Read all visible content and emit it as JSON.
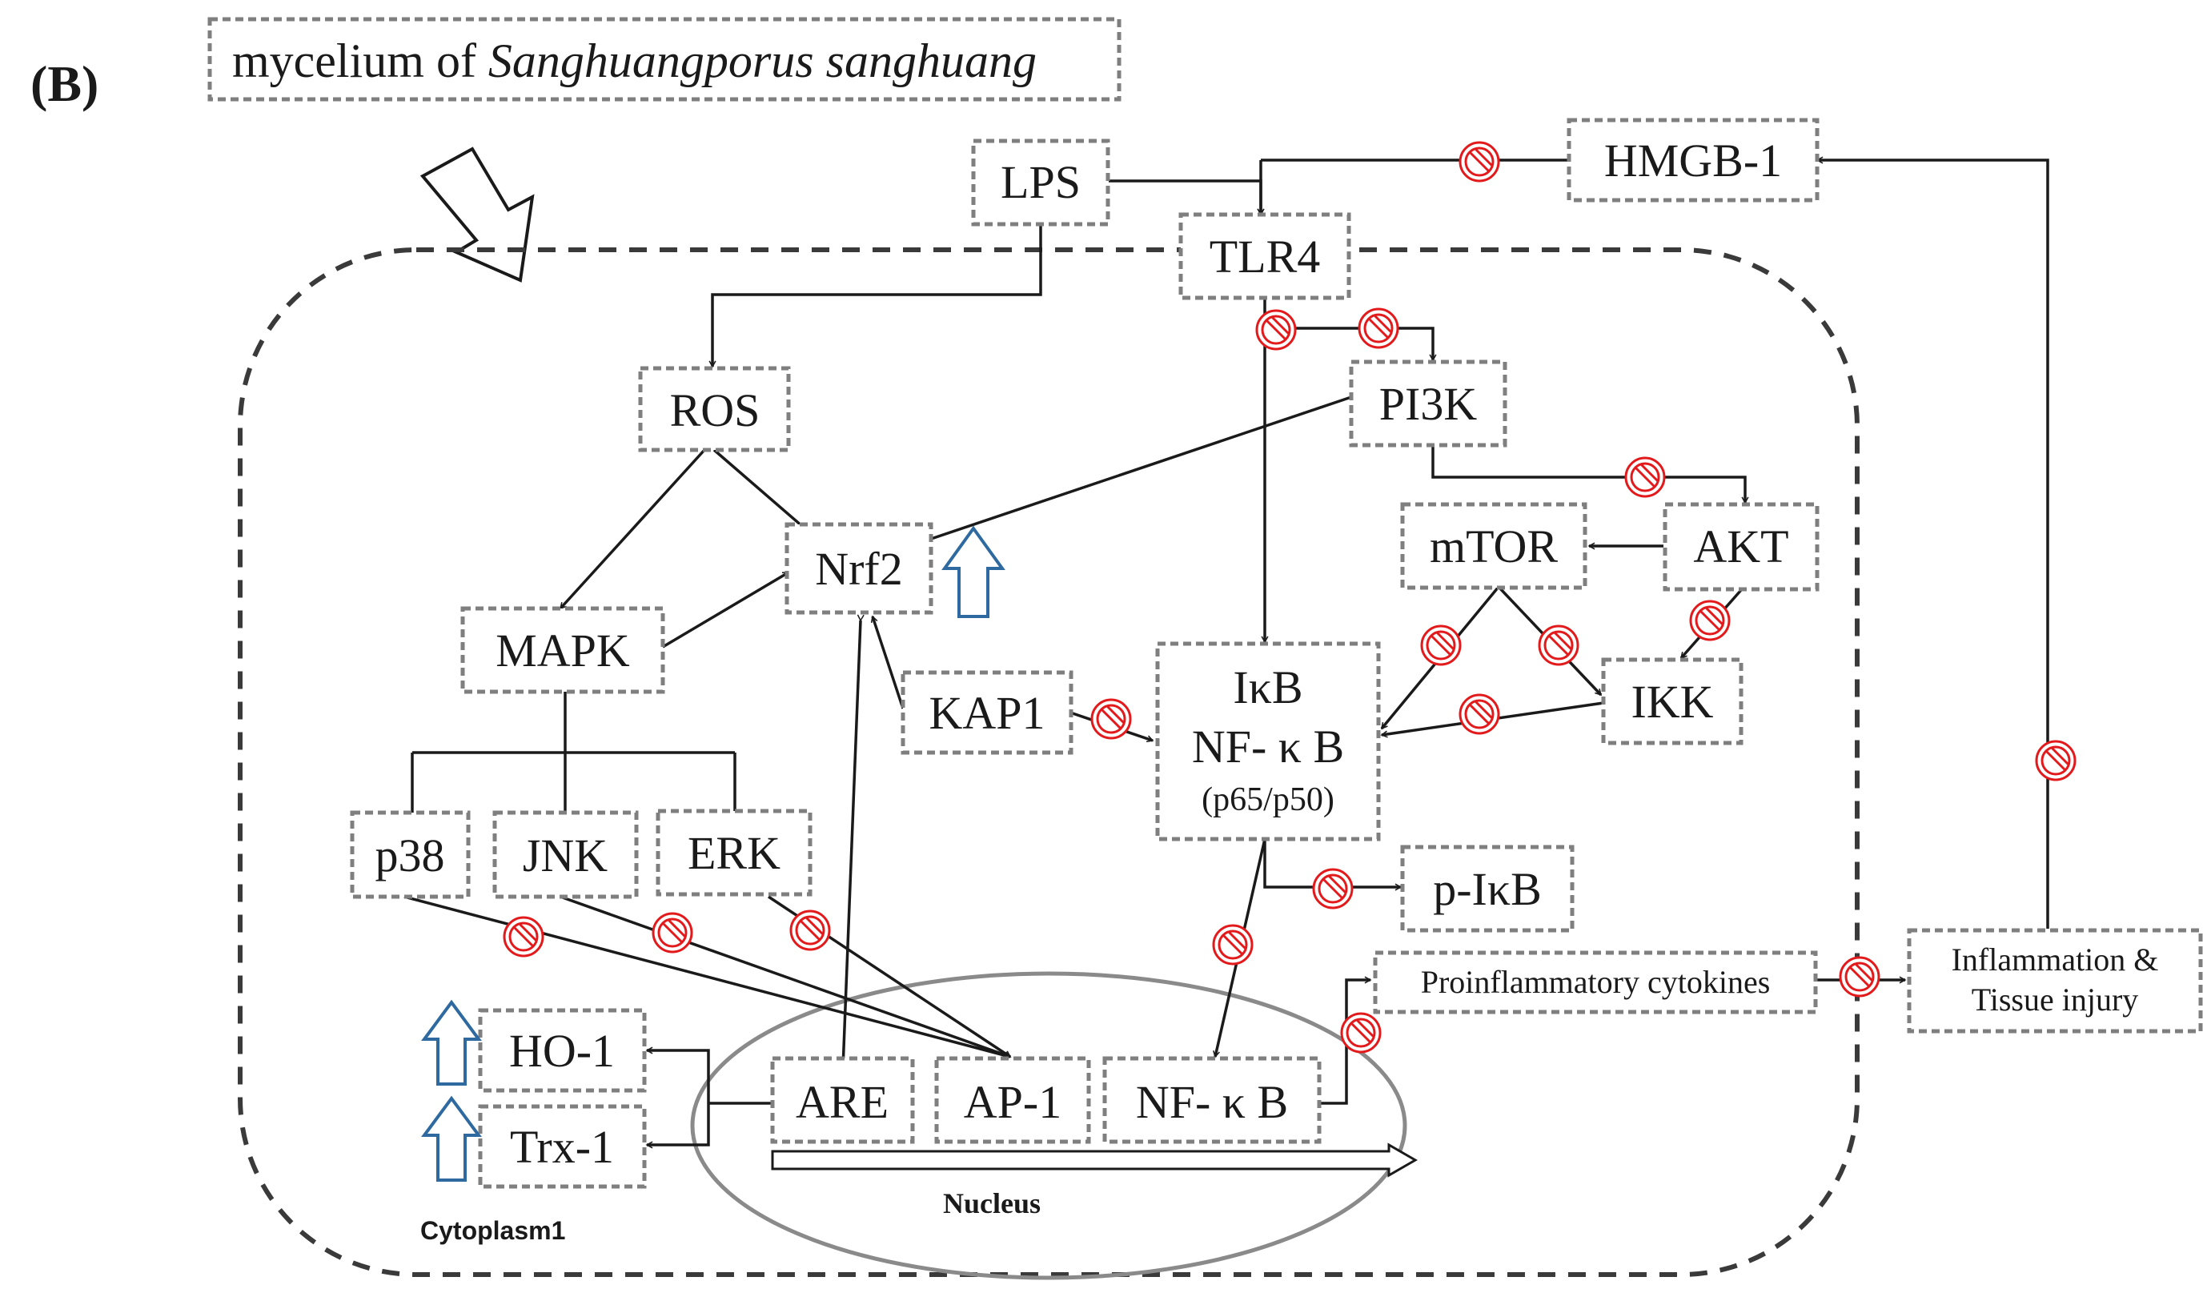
{
  "figure_label": "(B)",
  "source_box": {
    "prefix": "mycelium of ",
    "species": "Sanghuangporus sanghuang"
  },
  "nodes": {
    "lps": "LPS",
    "hmgb1": "HMGB-1",
    "tlr4": "TLR4",
    "ros": "ROS",
    "pi3k": "PI3K",
    "nrf2": "Nrf2",
    "mtor": "mTOR",
    "akt": "AKT",
    "mapk": "MAPK",
    "kap1": "KAP1",
    "ikb_nfkb": {
      "line1": "IκB",
      "line2": "NF- κ B",
      "line3": "(p65/p50)"
    },
    "ikk": "IKK",
    "p38": "p38",
    "jnk": "JNK",
    "erk": "ERK",
    "pikb": "p-IκB",
    "proinflammatory": "Proinflammatory cytokines",
    "inflammation": {
      "line1": "Inflammation &",
      "line2": "Tissue injury"
    },
    "ho1": "HO-1",
    "trx1": "Trx-1",
    "are": "ARE",
    "ap1": "AP-1",
    "nfkb_nucleus": "NF- κ B"
  },
  "compartments": {
    "cytoplasm": "Cytoplasm1",
    "nucleus": "Nucleus"
  },
  "colors": {
    "inhibition": "#e31a1c",
    "upregulation": "#2e6aa0",
    "box_border": "#7f7f7f",
    "line": "#1a1a1a"
  }
}
